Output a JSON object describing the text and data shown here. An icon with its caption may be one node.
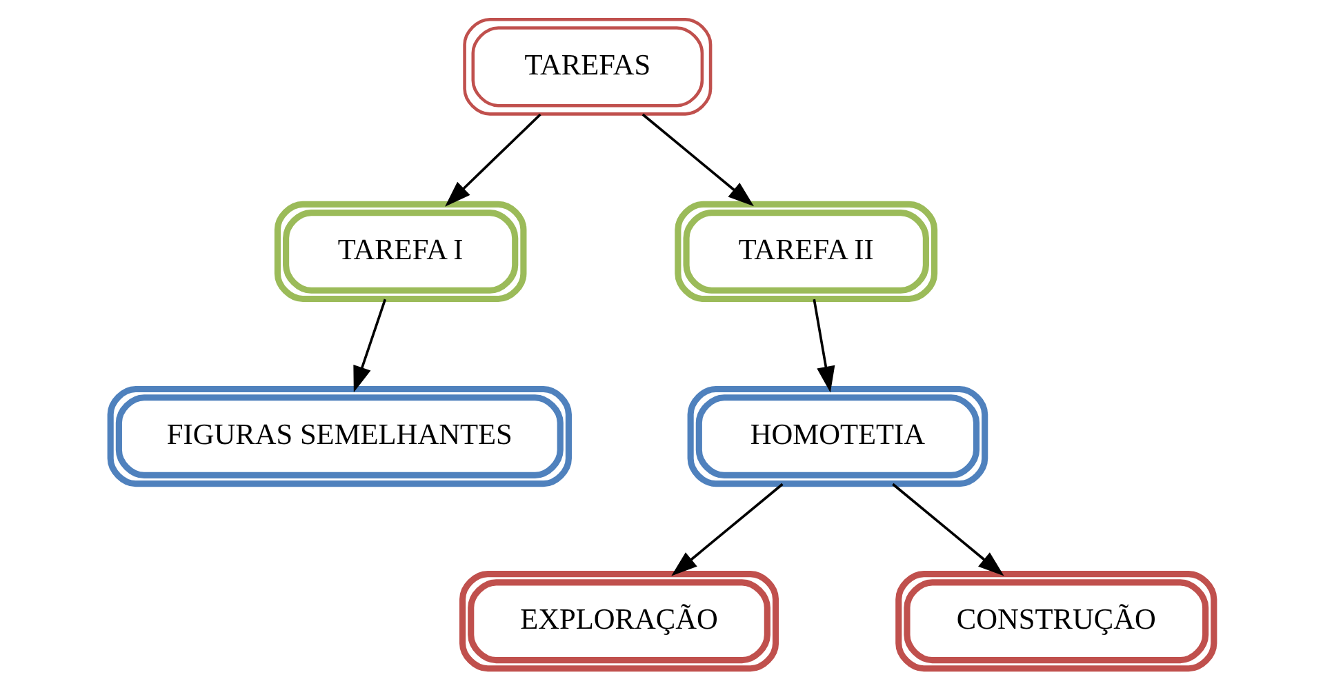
{
  "diagram": {
    "nodes": [
      {
        "text": [
          "TAREFAS"
        ]
      },
      {
        "text": [
          "TAREFA I"
        ]
      },
      {
        "text": [
          "TAREFA II"
        ]
      },
      {
        "text": [
          "FIGURAS SEMELHANTES"
        ]
      },
      {
        "text": [
          "HOMOTETIA"
        ]
      },
      {
        "text": [
          "EXPLORAÇÃO"
        ]
      },
      {
        "text": [
          "CONSTRUÇÃO"
        ]
      }
    ],
    "edges": [
      {
        "from": 0,
        "to": 1,
        "arrow": "to"
      },
      {
        "from": 0,
        "to": 2,
        "arrow": "to"
      },
      {
        "from": 1,
        "to": 3,
        "arrow": "to"
      },
      {
        "from": 2,
        "to": 4,
        "arrow": "to"
      },
      {
        "from": 4,
        "to": 5,
        "arrow": "to"
      },
      {
        "from": 4,
        "to": 6,
        "arrow": "to"
      }
    ]
  }
}
